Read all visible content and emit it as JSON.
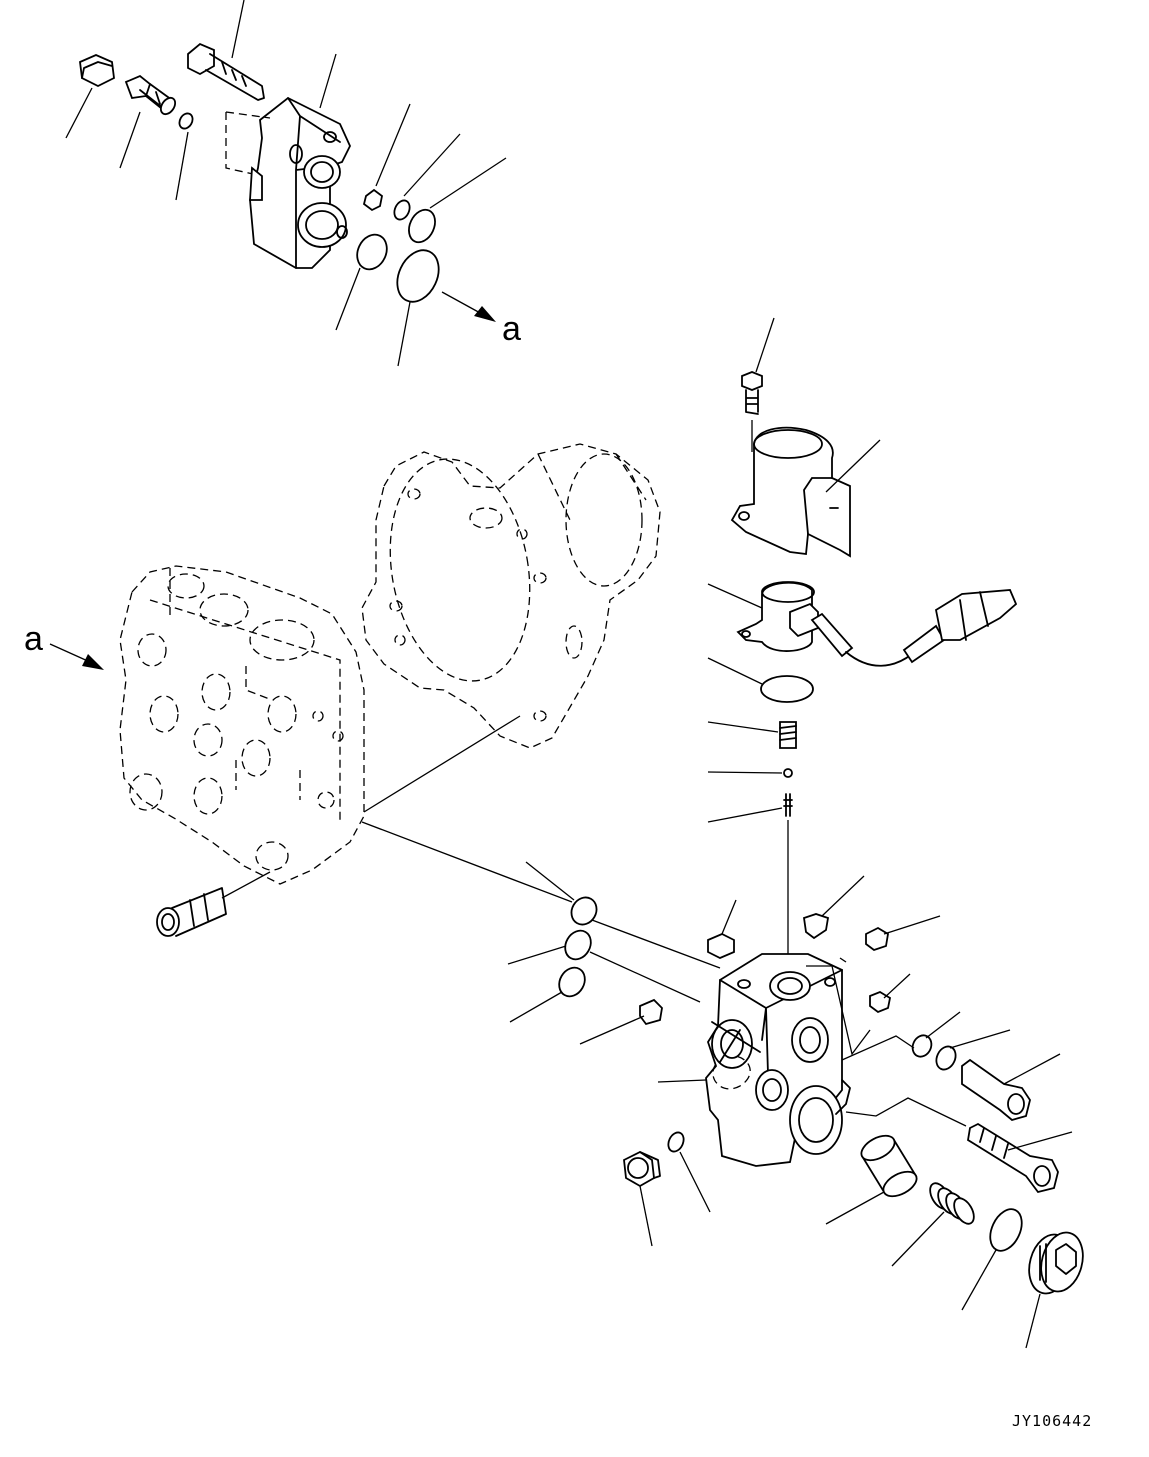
{
  "view_label_top": "a",
  "view_label_left": "a",
  "drawing_code": "JY106442"
}
